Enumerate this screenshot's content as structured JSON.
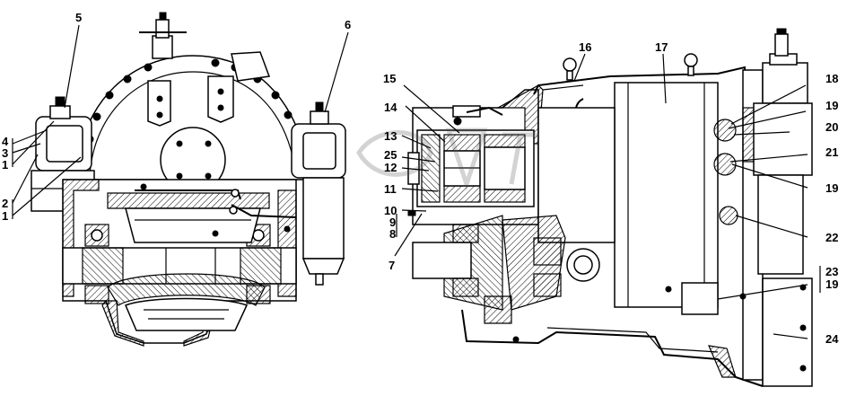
{
  "labels": {
    "l5": "5",
    "l6": "6",
    "l4": "4",
    "l3": "3",
    "l1a": "1",
    "l2": "2",
    "l1b": "1",
    "l15": "15",
    "l14": "14",
    "l13": "13",
    "l25": "25",
    "l12": "12",
    "l11": "11",
    "l10": "10",
    "l9": "9",
    "l8": "8",
    "l7": "7",
    "l16": "16",
    "l17": "17",
    "l18": "18",
    "l19a": "19",
    "l20": "20",
    "l21": "21",
    "l19b": "19",
    "l22": "22",
    "l23": "23",
    "l19c": "19",
    "l24": "24"
  }
}
